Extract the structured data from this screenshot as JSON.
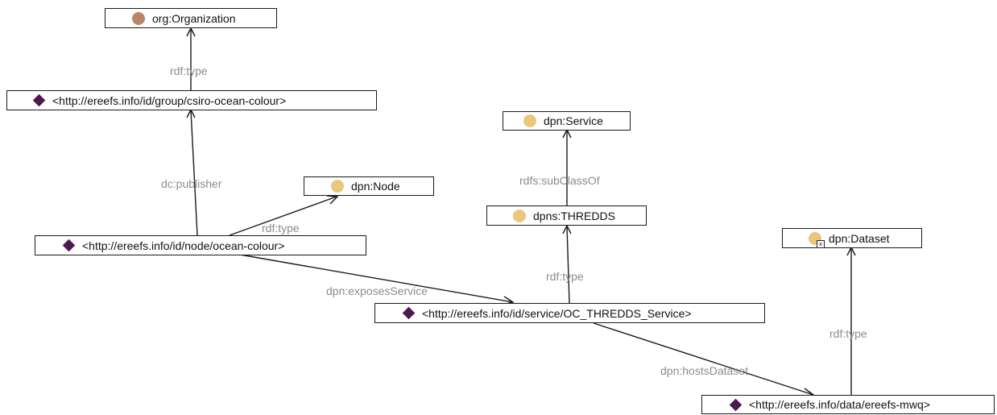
{
  "colors": {
    "individual": "#4d1a4f",
    "class": "#e9c77d",
    "organization_class": "#b8876a"
  },
  "nodes": {
    "organization": {
      "label": "org:Organization",
      "icon": "class-circle-icon"
    },
    "group": {
      "label": "<http://ereefs.info/id/group/csiro-ocean-colour>",
      "icon": "individual-diamond-icon"
    },
    "node_class": {
      "label": "dpn:Node",
      "icon": "class-circle-icon"
    },
    "ocean_node": {
      "label": "<http://ereefs.info/id/node/ocean-colour>",
      "icon": "individual-diamond-icon"
    },
    "service_class": {
      "label": "dpn:Service",
      "icon": "class-circle-icon"
    },
    "thredds": {
      "label": "dpns:THREDDS",
      "icon": "class-circle-icon"
    },
    "service_individual": {
      "label": "<http://ereefs.info/id/service/OC_THREDDS_Service>",
      "icon": "individual-diamond-icon"
    },
    "dataset_class": {
      "label": "dpn:Dataset",
      "icon": "class-circle-icon"
    },
    "dataset_individual": {
      "label": "<http://ereefs.info/data/ereefs-mwq>",
      "icon": "individual-diamond-icon"
    }
  },
  "edges": {
    "group_type": "rdf:type",
    "publisher": "dc:publisher",
    "node_type": "rdf:type",
    "exposes": "dpn:exposesService",
    "subclass": "rdfs:subClassOf",
    "service_type": "rdf:type",
    "hosts": "dpn:hostsDataset",
    "dataset_type": "rdf:type"
  }
}
